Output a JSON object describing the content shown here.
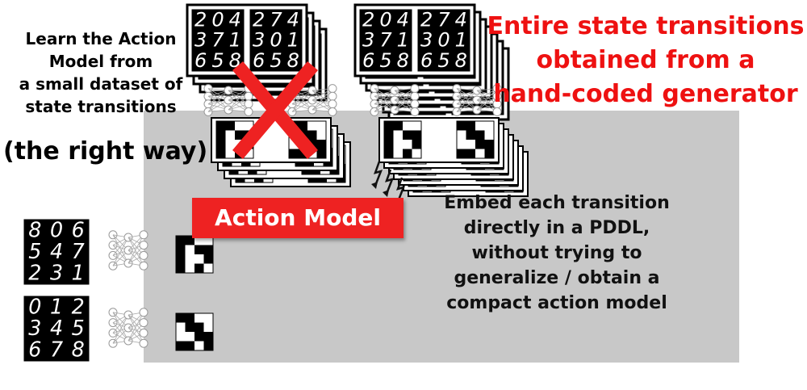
{
  "left_caption": [
    "Learn the Action",
    "Model from",
    "a small dataset of",
    "state transitions"
  ],
  "right_way": "(the right way)",
  "red_title": [
    "Entire state transitions",
    "obtained from a",
    "hand-coded generator"
  ],
  "action_model_label": "Action Model",
  "embed_text": [
    "Embed each transition",
    "directly in a PDDL,",
    "without trying to",
    "generalize / obtain a",
    "compact action model"
  ],
  "mnist_top_left": [
    [
      "2",
      "0",
      "4"
    ],
    [
      "3",
      "7",
      "1"
    ],
    [
      "6",
      "5",
      "8"
    ]
  ],
  "mnist_top_right": [
    [
      "2",
      "7",
      "4"
    ],
    [
      "3",
      "0",
      "1"
    ],
    [
      "6",
      "5",
      "8"
    ]
  ],
  "mnist_bottom_a": [
    [
      "8",
      "0",
      "6"
    ],
    [
      "5",
      "4",
      "7"
    ],
    [
      "2",
      "3",
      "1"
    ]
  ],
  "mnist_bottom_b": [
    [
      "0",
      "1",
      "2"
    ],
    [
      "3",
      "4",
      "5"
    ],
    [
      "6",
      "7",
      "8"
    ]
  ],
  "colors": {
    "accent_red": "#ee2222",
    "title_red": "#ee1111",
    "panel_gray": "#c8c8c8"
  }
}
